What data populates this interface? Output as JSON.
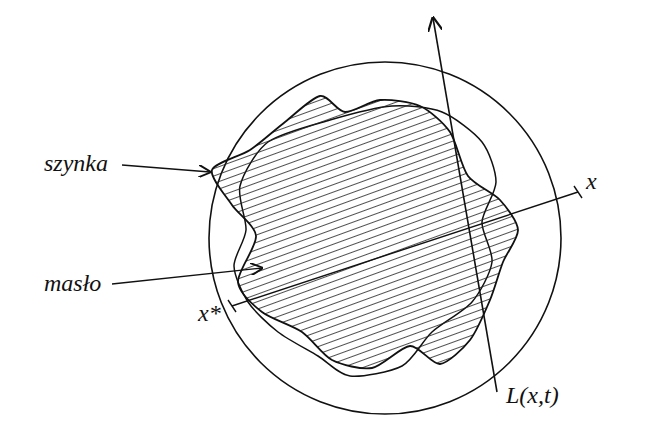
{
  "diagram": {
    "labels": [
      "szynka",
      "masło",
      "x",
      "x*",
      "L(x,t)"
    ]
  }
}
